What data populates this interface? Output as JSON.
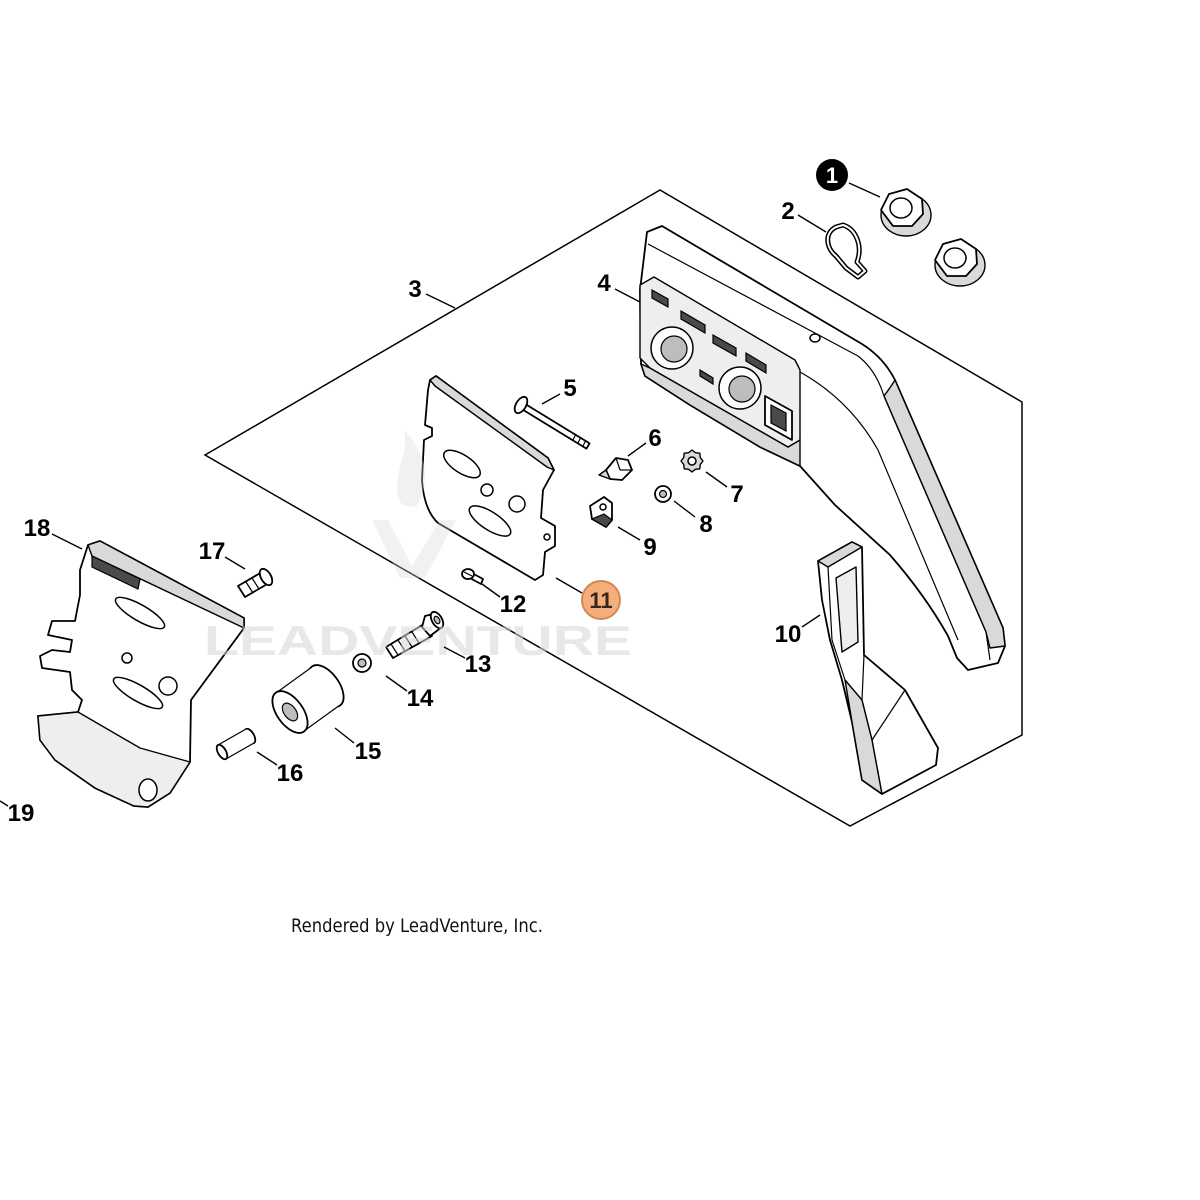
{
  "diagram": {
    "callouts": [
      {
        "label": "1",
        "filled": true
      },
      {
        "label": "2"
      },
      {
        "label": "3"
      },
      {
        "label": "4"
      },
      {
        "label": "5"
      },
      {
        "label": "6"
      },
      {
        "label": "7"
      },
      {
        "label": "8"
      },
      {
        "label": "9"
      },
      {
        "label": "10"
      },
      {
        "label": "11",
        "highlighted": true
      },
      {
        "label": "12"
      },
      {
        "label": "13"
      },
      {
        "label": "14"
      },
      {
        "label": "15"
      },
      {
        "label": "16"
      },
      {
        "label": "17"
      },
      {
        "label": "18"
      },
      {
        "label": "19"
      }
    ],
    "watermark": "LEADVENTURE",
    "footer": "Rendered by LeadVenture, Inc."
  },
  "colors": {
    "line": "#000000",
    "background": "#ffffff",
    "shade": "#d9d9d9",
    "filled_callout": "#000000",
    "highlight_fill": "#f4ae7c",
    "highlight_border": "#cf8a54",
    "watermark": "#d6d6d6"
  }
}
